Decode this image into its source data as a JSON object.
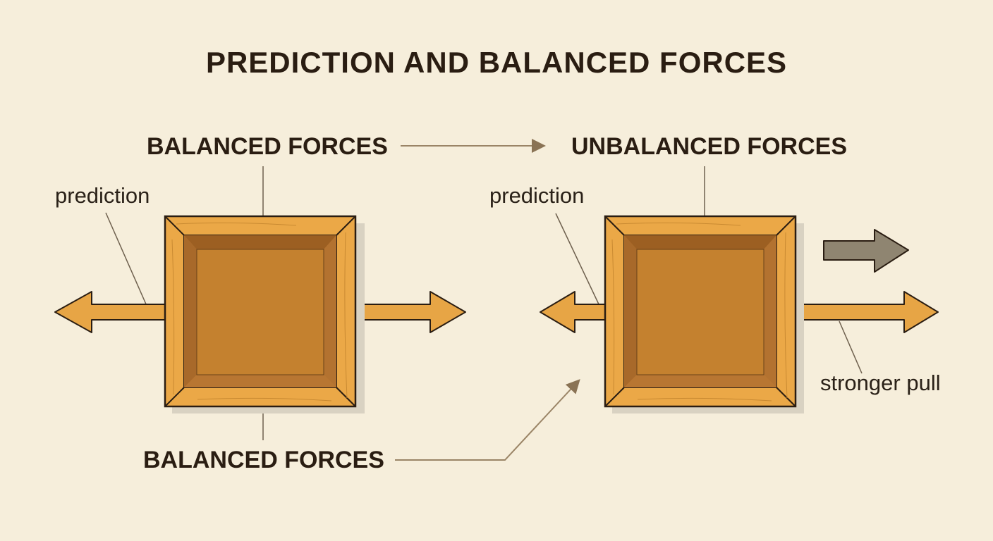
{
  "title": "PREDICTION AND BALANCED FORCES",
  "left_panel": {
    "heading": "BALANCED FORCES",
    "side_label": "prediction",
    "bottom_label": "BALANCED FORCES"
  },
  "right_panel": {
    "heading": "UNBALANCED FORCES",
    "side_label": "prediction",
    "force_label": "stronger pull"
  },
  "colors": {
    "background": "#f6eedb",
    "arrow_fill": "#e7a545",
    "box_frame": "#eba847",
    "box_inner": "#c4812f",
    "motion_arrow": "#8f8571",
    "leader_line": "#9a8466"
  }
}
